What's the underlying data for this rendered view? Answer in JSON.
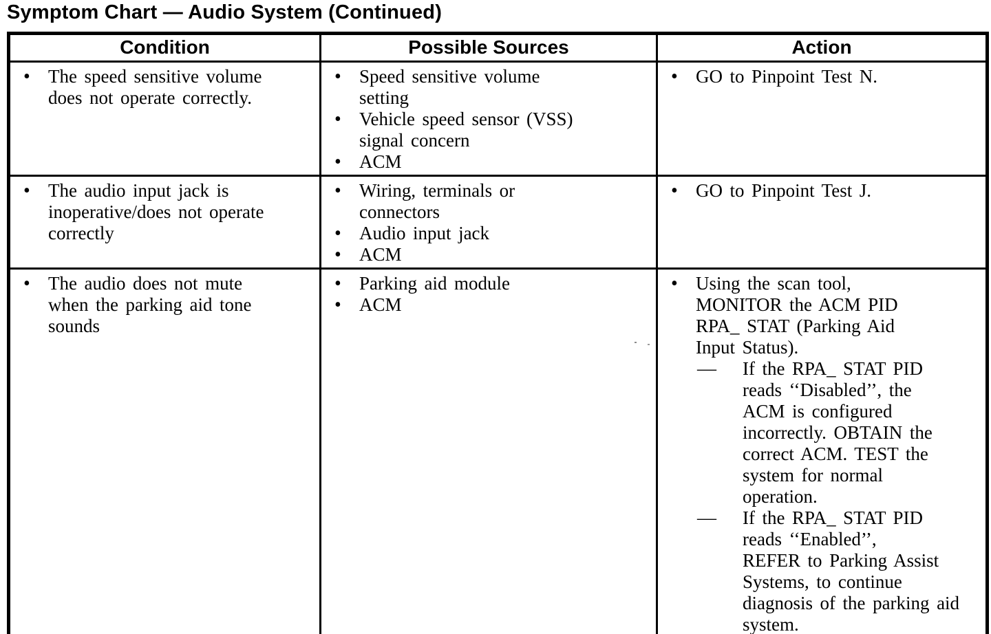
{
  "title": "Symptom Chart — Audio System (Continued)",
  "colors": {
    "text": "#000000",
    "background": "#ffffff"
  },
  "markers": {
    "bullet": "•",
    "dash": "—"
  },
  "table": {
    "headers": [
      "Condition",
      "Possible Sources",
      "Action"
    ],
    "rows": [
      {
        "condition": [
          {
            "type": "bullet",
            "lines": [
              "The speed sensitive volume",
              "does not operate correctly."
            ]
          }
        ],
        "sources": [
          {
            "type": "bullet",
            "lines": [
              "Speed sensitive volume",
              "setting"
            ]
          },
          {
            "type": "bullet",
            "lines": [
              "Vehicle speed sensor (VSS)",
              "signal concern"
            ]
          },
          {
            "type": "bullet",
            "lines": [
              "ACM"
            ]
          }
        ],
        "action": [
          {
            "type": "bullet",
            "lines": [
              "GO to Pinpoint Test N."
            ]
          }
        ]
      },
      {
        "condition": [
          {
            "type": "bullet",
            "lines": [
              "The audio input jack is",
              "inoperative/does not operate",
              "correctly"
            ]
          }
        ],
        "sources": [
          {
            "type": "bullet",
            "lines": [
              "Wiring, terminals or",
              "connectors"
            ]
          },
          {
            "type": "bullet",
            "lines": [
              "Audio input jack"
            ]
          },
          {
            "type": "bullet",
            "lines": [
              "ACM"
            ]
          }
        ],
        "action": [
          {
            "type": "bullet",
            "lines": [
              "GO to Pinpoint Test J."
            ]
          }
        ]
      },
      {
        "condition": [
          {
            "type": "bullet",
            "lines": [
              "The audio does not mute",
              "when the parking aid tone",
              "sounds"
            ]
          }
        ],
        "sources": [
          {
            "type": "bullet",
            "lines": [
              "Parking aid module"
            ]
          },
          {
            "type": "bullet",
            "lines": [
              "ACM"
            ]
          }
        ],
        "action": [
          {
            "type": "bullet",
            "lines": [
              "Using the scan tool,",
              "MONITOR the ACM PID",
              "RPA_  STAT (Parking Aid",
              "Input Status)."
            ]
          },
          {
            "type": "dash",
            "lines": [
              "If the RPA_  STAT PID",
              "reads ‘‘Disabled’’, the",
              "ACM is configured",
              "incorrectly. OBTAIN the",
              "correct ACM. TEST the",
              "system for normal",
              "operation."
            ]
          },
          {
            "type": "dash",
            "lines": [
              "If the RPA_  STAT PID",
              "reads ‘‘Enabled’’,",
              "REFER to Parking Assist",
              "Systems, to continue",
              "diagnosis of the parking aid",
              "system."
            ]
          }
        ]
      }
    ]
  }
}
